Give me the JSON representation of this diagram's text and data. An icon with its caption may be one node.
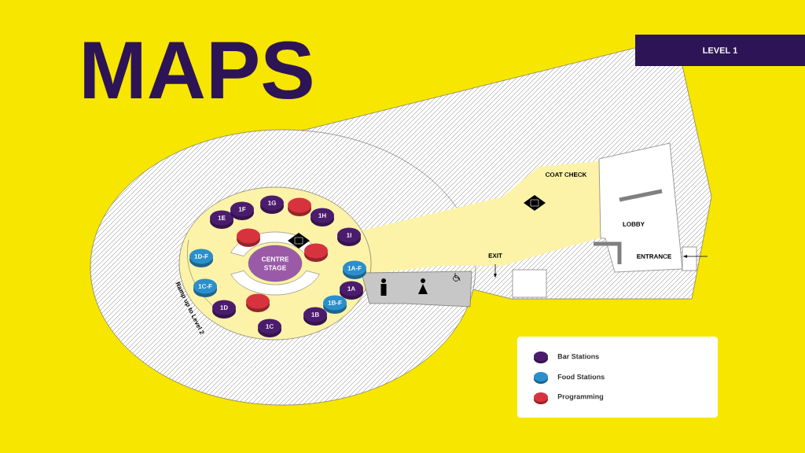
{
  "diagram": {
    "title": "MAPS",
    "nodes": [
      {
        "text": [
          "LEVEL 1"
        ]
      },
      {
        "text": [
          "CENTRE STAGE"
        ]
      },
      {
        "text": [
          "1E"
        ]
      },
      {
        "text": [
          "1F"
        ]
      },
      {
        "text": [
          "1G"
        ]
      },
      {
        "text": [
          "1H"
        ]
      },
      {
        "text": [
          "1I"
        ]
      },
      {
        "text": [
          "1D-F"
        ]
      },
      {
        "text": [
          "1A-F"
        ]
      },
      {
        "text": [
          "1C-F"
        ]
      },
      {
        "text": [
          "1A"
        ]
      },
      {
        "text": [
          "1B-F"
        ]
      },
      {
        "text": [
          "1D"
        ]
      },
      {
        "text": [
          "1B"
        ]
      },
      {
        "text": [
          "1C"
        ]
      },
      {
        "text": [],
        "shape": "cylinder"
      },
      {
        "text": [],
        "shape": "cylinder"
      },
      {
        "text": [],
        "shape": "cylinder"
      },
      {
        "text": [],
        "shape": "cylinder"
      }
    ],
    "labels": [
      "COAT CHECK",
      "LOBBY",
      "EXIT",
      "ENTRANCE",
      "Ramp up to Level 2"
    ],
    "legend": [
      {
        "text": "Bar Stations",
        "color": "#4b1c6e"
      },
      {
        "text": "Food Stations",
        "color": "#2b8fcb"
      },
      {
        "text": "Programming",
        "color": "#d7333e"
      }
    ]
  }
}
